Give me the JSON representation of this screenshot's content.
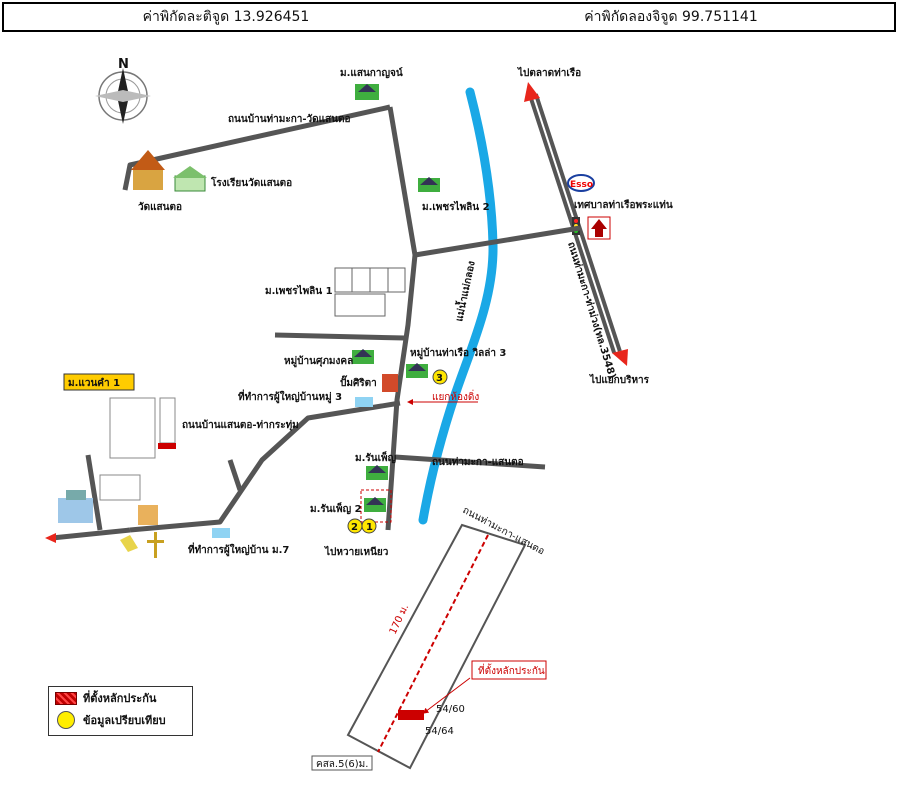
{
  "coords": {
    "lat": "ค่าพิกัดละติจูด 13.926451",
    "lon": "ค่าพิกัดลองจิจูด 99.751141"
  },
  "labels": {
    "north": "N",
    "m_saenkanchan": "ม.แสนกาญจน์",
    "road_thamaka_watsaento": "ถนนบ้านท่ามะกา-วัดแสนตอ",
    "school": "โรงเรียนวัดแสนตอ",
    "temple": "วัดแสนตอ",
    "m_phetphailin2": "ม.เพชรไพลิน 2",
    "m_phetphailin1": "ม.เพชรไพลิน 1",
    "to_market": "ไปตลาดท่าเรือ",
    "esso": "Esso",
    "municipality": "เทศบาลท่าเรือพระแท่น",
    "road_thamaka_thamuang": "ถนนท่ามะกา-ท่าม่วง(ทล.3548)",
    "river": "แม่น้ำแม่กลอง",
    "to_borihan": "ไปแยกบริหาร",
    "village_sukmongkol": "หมู่บ้านศุภมงคล",
    "village_tharua_villa3": "หมู่บ้านท่าเรือ วิลล่า 3",
    "gas_pump": "ปั๊มศิริตา",
    "headman_office_3": "ที่ทำการผู้ใหญ่บ้านหมู่ 3",
    "intersection": "แยกห้องดิ่ง",
    "m_wankham1": "ม.แวนคำ 1",
    "road_saento_thakrathum": "ถนนบ้านแสนตอ-ท่ากระทุ่ม",
    "m_ranphoen": "ม.รันเพ็ญ",
    "road_thamaka_saento": "ถนนท่ามะกา-แสนตอ",
    "m_ranphoen2": "ม.รันเพ็ญ 2",
    "to_waihnua": "ไปหวายเหนียว",
    "headman_office_7": "ที่ทำการผู้ใหญ่บ้าน ม.7",
    "road_thamaka_saento_2": "ถนนท่ามะกา-แสนตอ",
    "dist_170": "170 ม.",
    "collateral_site": "ที่ตั้งหลักประกัน",
    "plot_5460": "54/60",
    "plot_5464": "54/64",
    "deed": "คสล.5(6)ม.",
    "marker_1": "1",
    "marker_2": "2",
    "marker_3": "3"
  },
  "legend": {
    "collateral": "ที่ตั้งหลักประกัน",
    "comparison": "ข้อมูลเปรียบเทียบ"
  },
  "colors": {
    "road": "#555555",
    "river": "#1aa8e6",
    "highway_arrow": "#e8261c",
    "marker": "#ffe600",
    "collateral": "#cc0000"
  }
}
